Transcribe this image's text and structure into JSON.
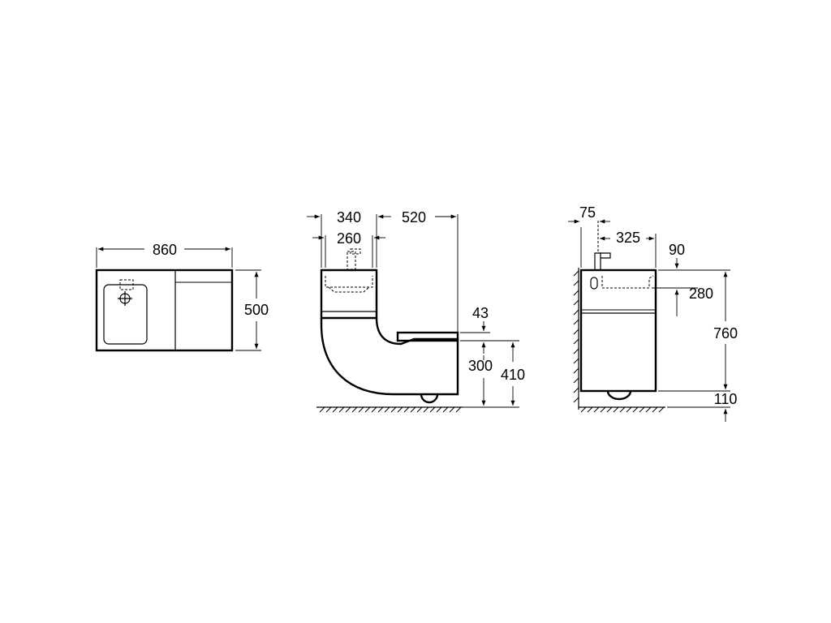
{
  "views": {
    "top": {
      "width": "860",
      "depth": "500"
    },
    "side": {
      "basin_outer": "340",
      "basin_inner": "260",
      "seat_depth": "520",
      "seat_thickness": "43",
      "bowl_height": "300",
      "seat_height": "410"
    },
    "front": {
      "tap_offset": "75",
      "basin_width": "325",
      "basin_rim": "90",
      "basin_depth": "280",
      "total_height": "760",
      "floor_gap": "110"
    }
  }
}
